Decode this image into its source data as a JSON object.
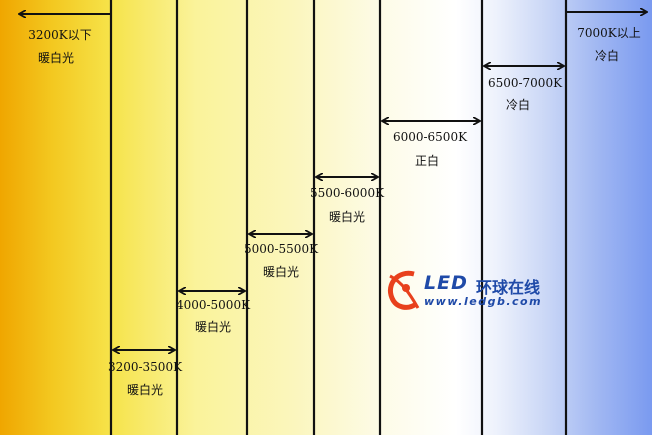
{
  "diagram": {
    "ranges": [
      {
        "range": "3200K以下",
        "name": "暖白光"
      },
      {
        "range": "3200-3500K",
        "name": "暖白光"
      },
      {
        "range": "4000-5000K",
        "name": "暖白光"
      },
      {
        "range": "5000-5500K",
        "name": "暖白光"
      },
      {
        "range": "5500-6000K",
        "name": "暖白光"
      },
      {
        "range": "6000-6500K",
        "name": "正白"
      },
      {
        "range": "6500-7000K",
        "name": "冷白"
      },
      {
        "range": "7000K以上",
        "name": "冷白"
      }
    ],
    "colors": {
      "warm": "#f0a600",
      "neutral": "#ffffff",
      "cool": "#7a9af0",
      "logo_blue": "#1f4aa8",
      "logo_red": "#e8401c"
    }
  },
  "logo": {
    "brand": "LED",
    "name_cn": "环球在线",
    "url": "www.ledgb.com"
  }
}
